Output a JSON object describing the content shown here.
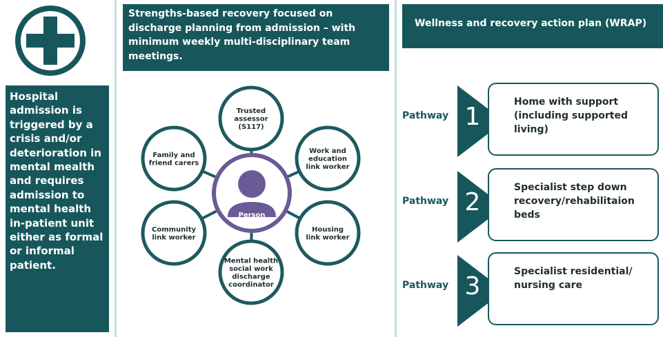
{
  "colors": {
    "teal": "#17575c",
    "ring": "#1e5a5f",
    "person": "#6a5a96",
    "separator": "#c4dde0"
  },
  "icon": "medical-cross-icon",
  "trigger": {
    "lines": [
      "Hospital",
      "admission is",
      "triggered by a",
      "crisis and/or",
      "deterioration in",
      "mental mealth",
      "and requires",
      "admission to",
      "mental health",
      "in-patient unit",
      "either as formal",
      "or informal",
      "patient."
    ]
  },
  "recovery": {
    "lines": [
      "Strengths-based recovery focused on",
      "discharge planning from admission – with",
      "minimum weekly multi-disciplinary team",
      "meetings."
    ]
  },
  "network": {
    "center": "Person",
    "nodes": [
      {
        "lines": [
          "Trusted",
          "assessor",
          "(S117)"
        ]
      },
      {
        "lines": [
          "Work and",
          "education",
          "link worker"
        ]
      },
      {
        "lines": [
          "Housing",
          "link worker"
        ]
      },
      {
        "lines": [
          "Mental health",
          "social work",
          "discharge",
          "coordinator"
        ]
      },
      {
        "lines": [
          "Community",
          "link worker"
        ]
      },
      {
        "lines": [
          "Family and",
          "friend carers"
        ]
      }
    ]
  },
  "wrap": {
    "title": "Wellness and recovery action plan (WRAP)"
  },
  "pathways": [
    {
      "label": "Pathway",
      "number": "1",
      "lines": [
        "Home with support",
        "(including supported",
        "living)"
      ]
    },
    {
      "label": "Pathway",
      "number": "2",
      "lines": [
        "Specialist step down",
        "recovery/rehabilitaion",
        "beds"
      ]
    },
    {
      "label": "Pathway",
      "number": "3",
      "lines": [
        "Specialist residential/",
        "nursing care"
      ]
    }
  ]
}
